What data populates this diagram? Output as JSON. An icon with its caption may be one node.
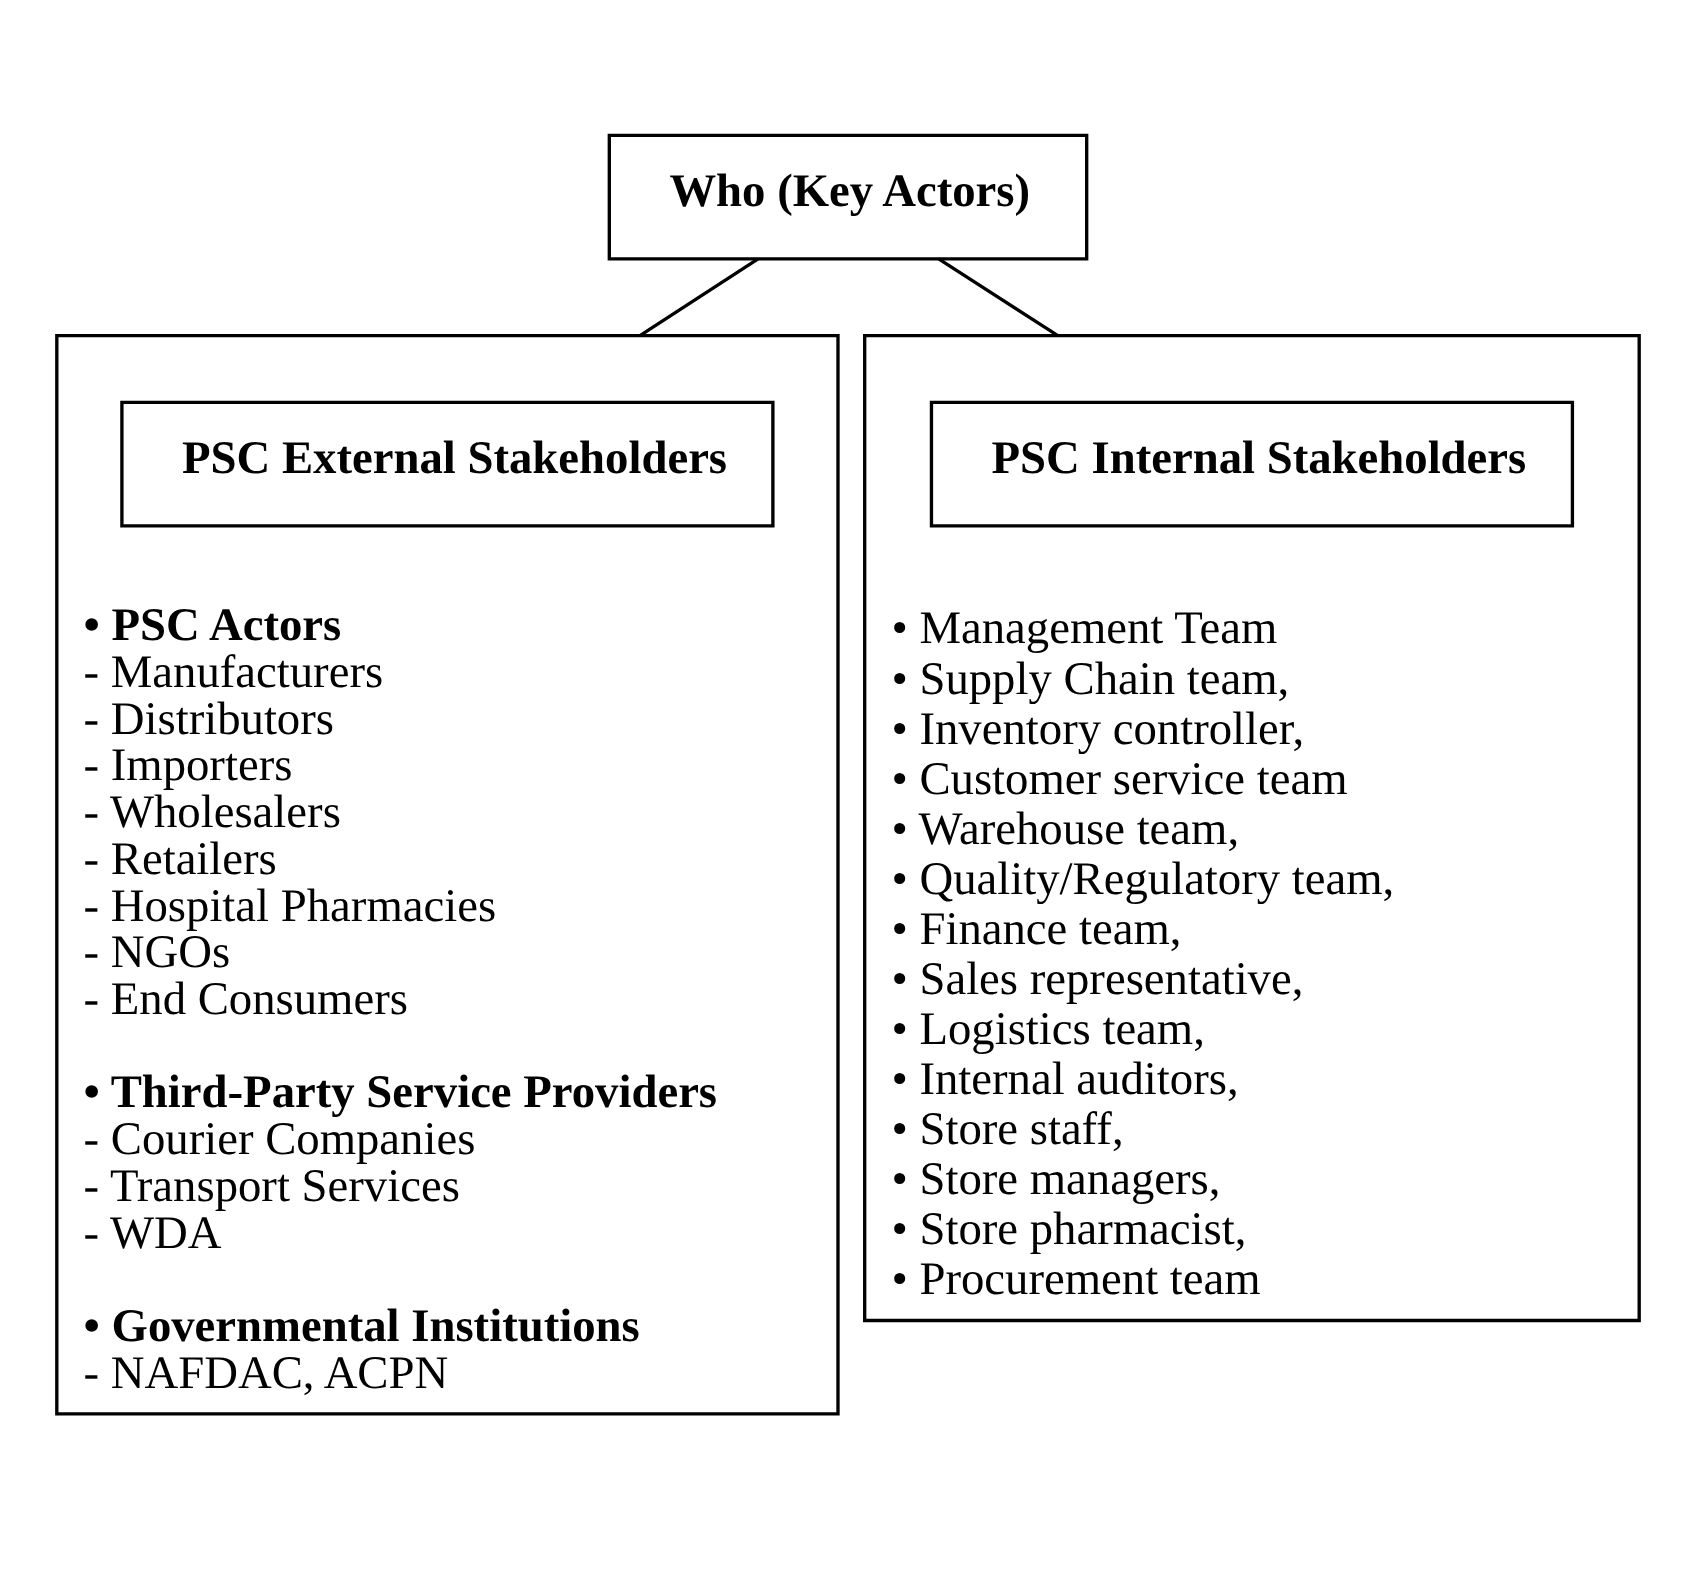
{
  "diagram": {
    "nodes": [
      {
        "text": [
          "Who (Key Actors)"
        ]
      },
      {
        "text": [
          "• PSC Actors",
          "- Manufacturers",
          "- Distributors",
          "- Importers",
          "- Wholesalers",
          "- Retailers",
          "- Hospital Pharmacies",
          "- NGOs",
          "- End Consumers",
          "• Third-Party Service Providers",
          "- Courier Companies",
          "- Transport Services",
          "- WDA",
          "• Governmental Institutions",
          "- NAFDAC, ACPN"
        ]
      },
      {
        "text": [
          "PSC External Stakeholders"
        ],
        "in": 1
      },
      {
        "text": [
          "• Management Team",
          "• Supply Chain team,",
          "• Inventory controller,",
          "• Customer service team",
          "• Warehouse team,",
          "• Quality/Regulatory team,",
          "• Finance team,",
          "• Sales representative,",
          "• Logistics team,",
          "• Internal auditors,",
          "• Store staff,",
          "• Store managers,",
          "• Store pharmacist,",
          "• Procurement team"
        ]
      },
      {
        "text": [
          "PSC Internal Stakeholders"
        ],
        "in": 3
      }
    ],
    "edges": [
      {
        "from": 0,
        "to": 1,
        "arrow": "none"
      },
      {
        "from": 0,
        "to": 3,
        "arrow": "none"
      }
    ]
  }
}
